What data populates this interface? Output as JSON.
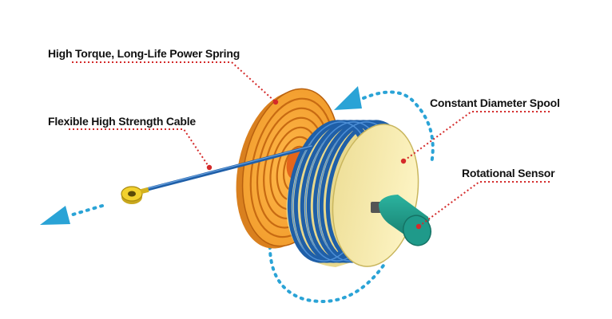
{
  "labels": {
    "power_spring": "High Torque, Long-Life Power Spring",
    "cable": "Flexible High Strength Cable",
    "spool": "Constant Diameter Spool",
    "sensor": "Rotational Sensor"
  },
  "colors": {
    "spring_face": "#f6a93b",
    "spring_ring": "#c76a12",
    "spring_core": "#e5661b",
    "spool_body": "#fbf0b4",
    "spool_face": "#fdf4c2",
    "cable": "#1f5fa8",
    "cable_highlight": "#4d8fd6",
    "sensor_body": "#1f9a8a",
    "sensor_dark": "#157365",
    "terminal": "#f2d12e",
    "leader": "#d42a2a",
    "arrow": "#2aa3d6"
  },
  "icons": {
    "spring": "spiral-spring-icon",
    "spool": "spool-icon",
    "sensor": "sensor-icon",
    "terminal": "ring-terminal-icon",
    "arrow": "motion-arrow-icon"
  }
}
